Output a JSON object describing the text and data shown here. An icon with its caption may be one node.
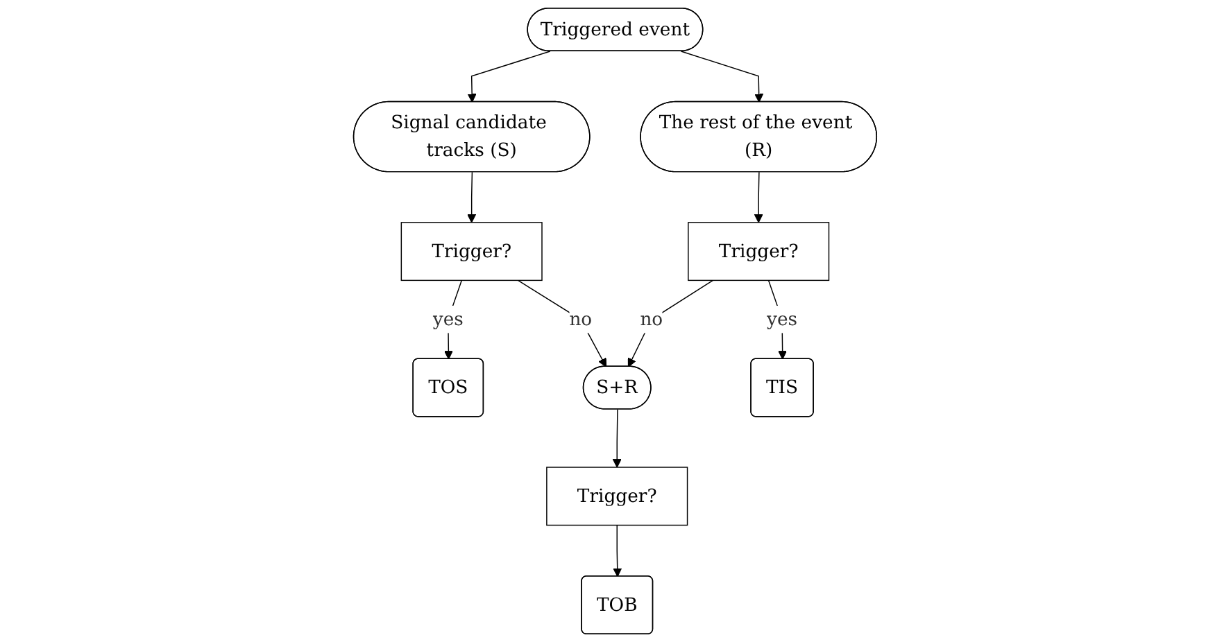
{
  "diagram": {
    "nodes": [
      {
        "text": [
          "Triggered event"
        ]
      },
      {
        "text": [
          "Signal candidate tracks (S)"
        ]
      },
      {
        "text": [
          "The rest of the event (R)"
        ]
      },
      {
        "text": [
          "Trigger?"
        ]
      },
      {
        "text": [
          "S+R"
        ]
      },
      {
        "text": [
          "Trigger?"
        ]
      },
      {
        "text": [
          "TOS"
        ]
      },
      {
        "text": [
          "Trigger?"
        ]
      },
      {
        "text": [
          "TIS"
        ]
      },
      {
        "text": [
          "TOB"
        ]
      }
    ],
    "edges": [
      {
        "from": 0,
        "to": 1,
        "arrow": "to"
      },
      {
        "from": 0,
        "to": 2,
        "arrow": "to"
      },
      {
        "from": 1,
        "to": 3,
        "arrow": "to"
      },
      {
        "from": 2,
        "to": 5,
        "arrow": "to"
      },
      {
        "from": 3,
        "to": 6,
        "label": "yes",
        "arrow": "to"
      },
      {
        "from": 3,
        "to": 4,
        "label": "no",
        "arrow": "to"
      },
      {
        "from": 5,
        "to": 4,
        "label": "no",
        "arrow": "to"
      },
      {
        "from": 5,
        "to": 8,
        "label": "yes",
        "arrow": "to"
      },
      {
        "from": 4,
        "to": 7,
        "arrow": "to"
      },
      {
        "from": 7,
        "to": 9,
        "arrow": "to"
      }
    ]
  }
}
